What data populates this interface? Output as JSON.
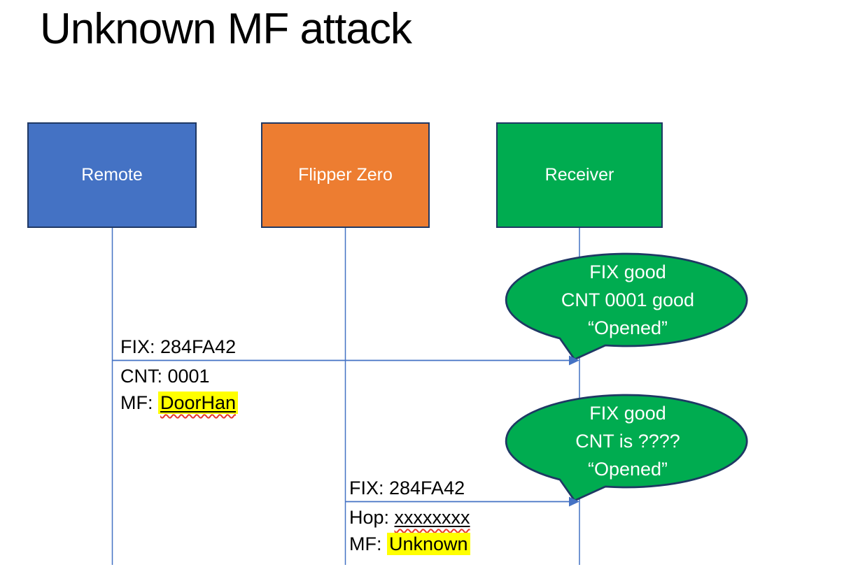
{
  "title": "Unknown MF attack",
  "actors": [
    {
      "name": "Remote"
    },
    {
      "name": "Flipper Zero"
    },
    {
      "name": "Receiver"
    }
  ],
  "messages": [
    {
      "from": "Remote",
      "to": "Receiver",
      "label_above": "FIX: 284FA42",
      "label_below": [
        {
          "prefix": "CNT: ",
          "value": "0001"
        },
        {
          "prefix": "MF: ",
          "value": "DoorHan"
        }
      ]
    },
    {
      "from": "Flipper Zero",
      "to": "Receiver",
      "label_above": "FIX: 284FA42",
      "label_below": [
        {
          "prefix": "Hop: ",
          "value": "xxxxxxxx"
        },
        {
          "prefix": "MF: ",
          "value": "Unknown"
        }
      ]
    }
  ],
  "bubbles": [
    {
      "lines": [
        "FIX good",
        "CNT 0001 good",
        "“Opened”"
      ]
    },
    {
      "lines": [
        "FIX good",
        "CNT is ????",
        "“Opened”"
      ]
    }
  ],
  "colors": {
    "remote": "#4472C4",
    "flipper": "#ED7D31",
    "green": "#00AC50",
    "stroke": "#1F3864",
    "line": "#4472C4",
    "highlight": "#FFFF00",
    "squiggle": "#E8392F"
  }
}
